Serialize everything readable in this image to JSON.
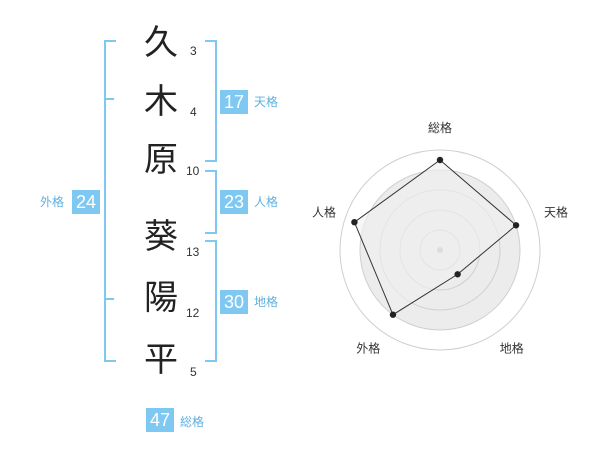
{
  "name_chars": [
    {
      "char": "久",
      "strokes": "3"
    },
    {
      "char": "木",
      "strokes": "4"
    },
    {
      "char": "原",
      "strokes": "10"
    },
    {
      "char": "葵",
      "strokes": "13"
    },
    {
      "char": "陽",
      "strokes": "12"
    },
    {
      "char": "平",
      "strokes": "5"
    }
  ],
  "scores": {
    "tenkaku": {
      "value": "17",
      "label": "天格"
    },
    "jinkaku": {
      "value": "23",
      "label": "人格"
    },
    "chikaku": {
      "value": "30",
      "label": "地格"
    },
    "gaikaku": {
      "value": "24",
      "label": "外格"
    },
    "soukaku": {
      "value": "47",
      "label": "総格"
    }
  },
  "colors": {
    "accent": "#7ec8f2",
    "accent_text": "#5fb0e0"
  },
  "chart_data": {
    "type": "radar",
    "axes": [
      "総格",
      "天格",
      "地格",
      "外格",
      "人格"
    ],
    "values": [
      4.5,
      4.0,
      1.5,
      4.0,
      4.5
    ],
    "range": [
      0,
      5
    ],
    "rings": 4
  }
}
